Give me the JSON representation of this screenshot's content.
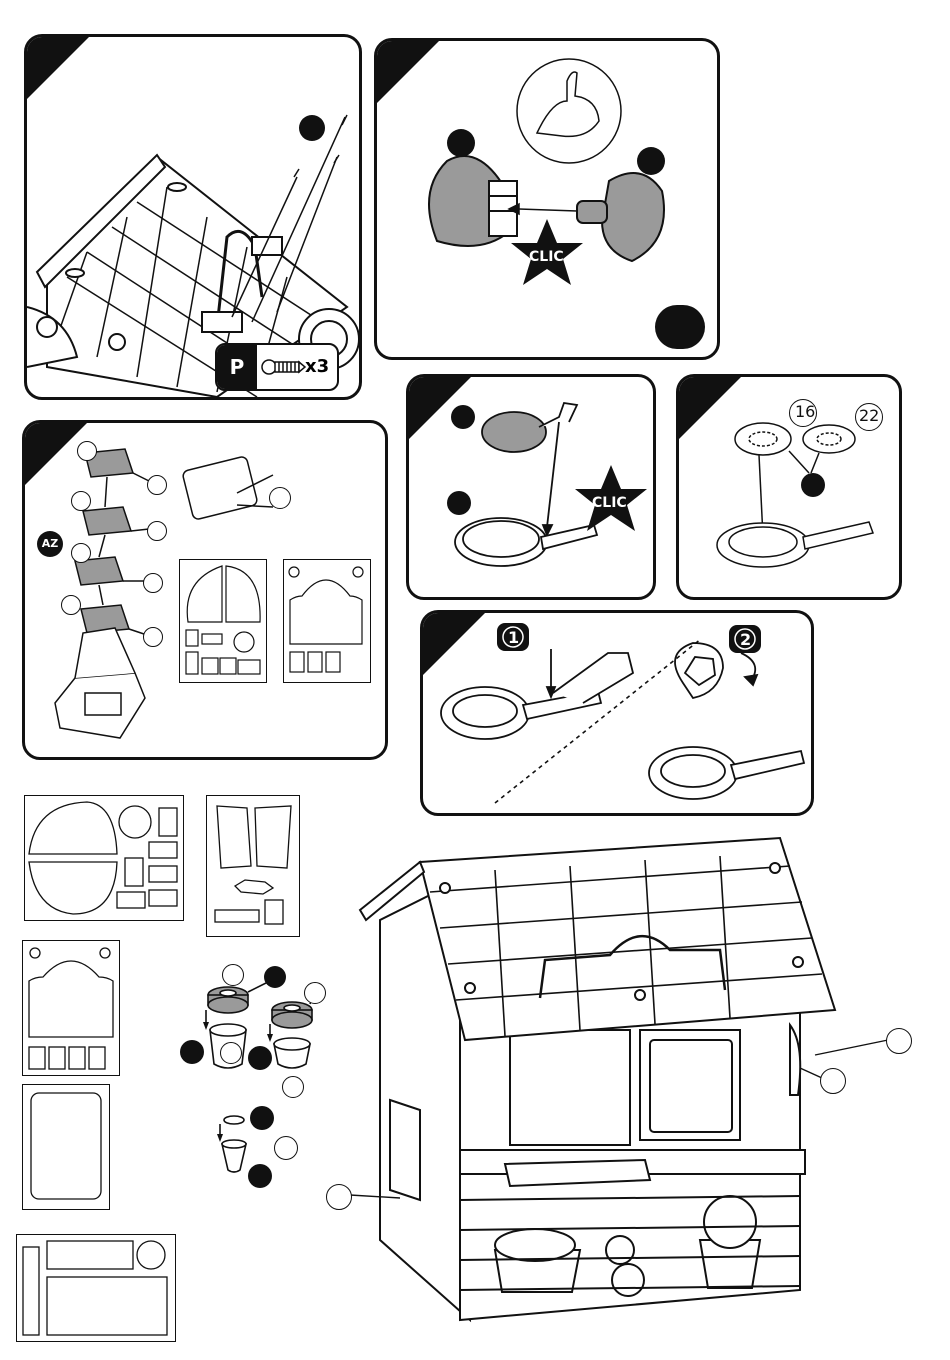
{
  "screw_badge": {
    "letter": "P",
    "count": "x3"
  },
  "clic_labels": {
    "knob": "CLIC",
    "pan": "CLIC"
  },
  "part_refs": {
    "ref_a": "16",
    "ref_b": "22"
  },
  "step_numbers": {
    "first": "1",
    "second": "2"
  },
  "sticker_badge": "AZ",
  "icons": {
    "strength": "muscle-arm-icon",
    "screw": "screw-icon",
    "star": "star-burst-icon"
  },
  "colors": {
    "ink": "#111111",
    "part_fill": "#9a9a9a",
    "paper": "#ffffff"
  }
}
